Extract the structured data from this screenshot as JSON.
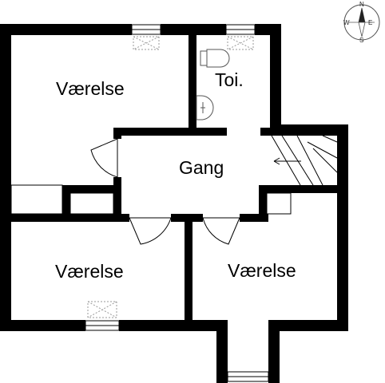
{
  "rooms": {
    "room_top_left": "Værelse",
    "toilet": "Toi.",
    "hall": "Gang",
    "room_bottom_left": "Værelse",
    "room_bottom_right": "Værelse"
  },
  "compass": {
    "north": "N",
    "east": "E",
    "south": "S",
    "west": "W"
  },
  "colors": {
    "wall": "#000000",
    "window_hatch": "#9a9a9a",
    "fixture_line": "#555555"
  }
}
